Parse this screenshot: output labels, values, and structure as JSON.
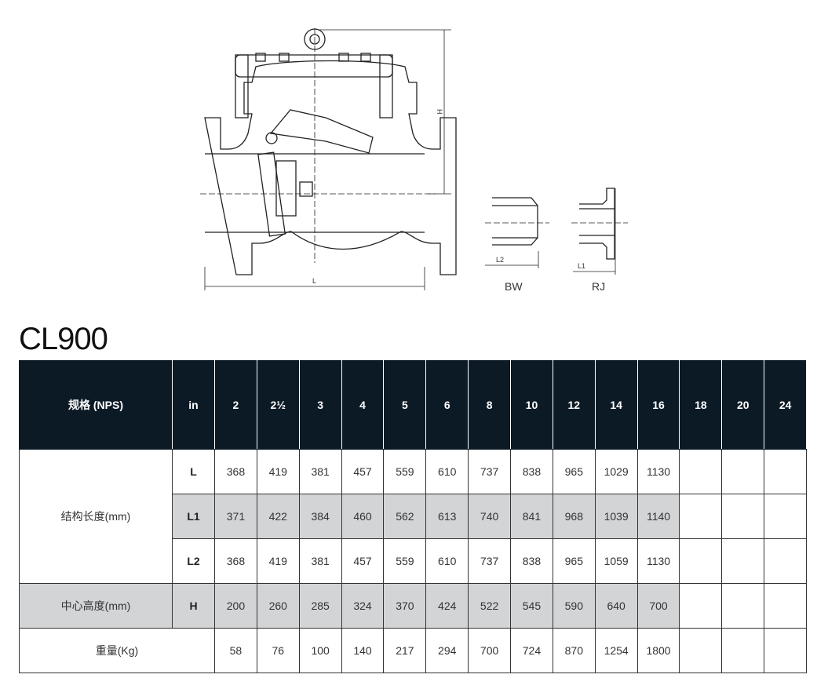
{
  "drawing": {
    "dim_L": "L",
    "dim_H": "H",
    "dim_L1": "L1",
    "dim_L2": "L2",
    "bw_label": "BW",
    "rj_label": "RJ"
  },
  "title": "CL900",
  "table": {
    "header": {
      "spec": "规格 (NPS)",
      "unit": "in",
      "sizes": [
        "2",
        "2½",
        "3",
        "4",
        "5",
        "6",
        "8",
        "10",
        "12",
        "14",
        "16",
        "18",
        "20",
        "24"
      ]
    },
    "length_label": "结构长度(mm)",
    "height_label": "中心高度(mm)",
    "weight_label": "重量(Kg)",
    "rows": {
      "L": {
        "key": "L",
        "values": [
          "368",
          "419",
          "381",
          "457",
          "559",
          "610",
          "737",
          "838",
          "965",
          "1029",
          "1130",
          "",
          "",
          ""
        ]
      },
      "L1": {
        "key": "L1",
        "values": [
          "371",
          "422",
          "384",
          "460",
          "562",
          "613",
          "740",
          "841",
          "968",
          "1039",
          "1140",
          "",
          "",
          ""
        ]
      },
      "L2": {
        "key": "L2",
        "values": [
          "368",
          "419",
          "381",
          "457",
          "559",
          "610",
          "737",
          "838",
          "965",
          "1059",
          "1130",
          "",
          "",
          ""
        ]
      },
      "H": {
        "key": "H",
        "values": [
          "200",
          "260",
          "285",
          "324",
          "370",
          "424",
          "522",
          "545",
          "590",
          "640",
          "700",
          "",
          "",
          ""
        ]
      },
      "W": {
        "values": [
          "58",
          "76",
          "100",
          "140",
          "217",
          "294",
          "700",
          "724",
          "870",
          "1254",
          "1800",
          "",
          "",
          ""
        ]
      }
    }
  },
  "colors": {
    "header_bg": "#0c1a26",
    "gray_row": "#d3d4d6"
  }
}
